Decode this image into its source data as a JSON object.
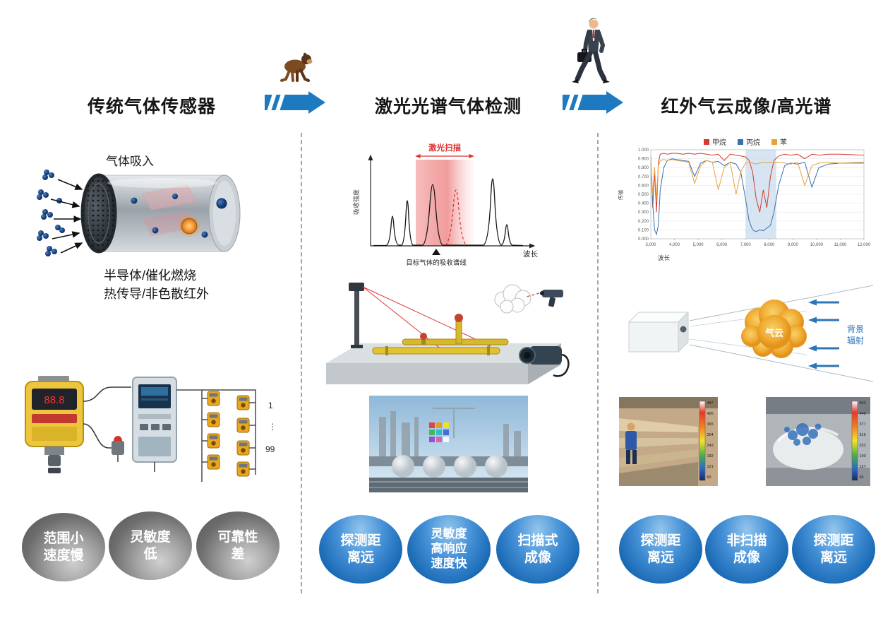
{
  "titles": {
    "left": "传统气体传感器",
    "middle": "激光光谱气体检测",
    "right": "红外气云成像/高光谱"
  },
  "left": {
    "intake_label": "气体吸入",
    "tech_line1": "半导体/催化燃烧",
    "tech_line2": "热传导/非色散红外",
    "detector_readout": "88.8",
    "range_top": "1",
    "range_dots": "⋮",
    "range_bottom": "99",
    "bubbles": [
      {
        "line1": "范围小",
        "line2": "速度慢"
      },
      {
        "line1": "灵敏度",
        "line2": "低"
      },
      {
        "line1": "可靠性",
        "line2": "差"
      }
    ]
  },
  "middle": {
    "bubbles": [
      {
        "line1": "探测距",
        "line2": "离远"
      },
      {
        "line1": "灵敏度",
        "line2": "高响应",
        "line3": "速度快"
      },
      {
        "line1": "扫描式",
        "line2": "成像"
      }
    ]
  },
  "right": {
    "cloud_label": "气云",
    "radiation_line1": "背景",
    "radiation_line2": "辐射",
    "thermal_left_scale": [
      "487",
      "426",
      "365",
      "304",
      "243",
      "182",
      "121",
      "60"
    ],
    "thermal_right_scale": [
      "502",
      "440",
      "377",
      "315",
      "252",
      "190",
      "127",
      "65"
    ],
    "bubbles": [
      {
        "line1": "探测距",
        "line2": "离远"
      },
      {
        "line1": "非扫描",
        "line2": "成像"
      },
      {
        "line1": "探测距",
        "line2": "离远"
      }
    ]
  },
  "chart_data": [
    {
      "type": "line",
      "title": "",
      "xlabel": "波长",
      "ylabel": "传输",
      "xlim": [
        3000,
        12000
      ],
      "ylim": [
        0,
        1
      ],
      "grid": true,
      "legend_position": "top",
      "x_ticks": [
        "3,000",
        "4,000",
        "5,000",
        "6,000",
        "7,000",
        "8,000",
        "9,000",
        "10,000",
        "11,000",
        "12,000"
      ],
      "y_ticks_bottom_to_top": [
        "0.000",
        "0.100",
        "0.200",
        "0.300",
        "0.400",
        "0.500",
        "0.600",
        "0.700",
        "0.800",
        "0.900",
        "1.000"
      ],
      "highlight_band_x": [
        7000,
        8300
      ],
      "x": [
        3000,
        3080,
        3160,
        3240,
        3320,
        3400,
        3550,
        3700,
        3900,
        4100,
        4350,
        4600,
        4850,
        5100,
        5350,
        5600,
        5850,
        6100,
        6350,
        6600,
        6800,
        7000,
        7150,
        7300,
        7450,
        7600,
        7750,
        7900,
        8050,
        8200,
        8400,
        8650,
        8900,
        9200,
        9500,
        9800,
        10100,
        10500,
        11000,
        12000
      ],
      "series": [
        {
          "name": "甲烷",
          "color": "#d23b2e",
          "values": [
            0.93,
            0.35,
            0.75,
            0.3,
            0.85,
            0.95,
            0.96,
            0.95,
            0.96,
            0.96,
            0.95,
            0.96,
            0.95,
            0.96,
            0.95,
            0.94,
            0.95,
            0.88,
            0.95,
            0.94,
            0.93,
            0.92,
            0.88,
            0.75,
            0.45,
            0.3,
            0.55,
            0.35,
            0.7,
            0.88,
            0.93,
            0.95,
            0.94,
            0.95,
            0.9,
            0.95,
            0.94,
            0.95,
            0.95,
            0.94
          ]
        },
        {
          "name": "丙烷",
          "color": "#3a6fb0",
          "values": [
            0.85,
            0.4,
            0.1,
            0.05,
            0.15,
            0.55,
            0.8,
            0.88,
            0.9,
            0.89,
            0.88,
            0.87,
            0.7,
            0.85,
            0.88,
            0.86,
            0.87,
            0.82,
            0.86,
            0.84,
            0.75,
            0.45,
            0.2,
            0.1,
            0.08,
            0.1,
            0.09,
            0.12,
            0.15,
            0.3,
            0.6,
            0.82,
            0.85,
            0.84,
            0.86,
            0.58,
            0.8,
            0.84,
            0.85,
            0.85
          ]
        },
        {
          "name": "苯",
          "color": "#e8a33c",
          "values": [
            0.88,
            0.5,
            0.8,
            0.45,
            0.82,
            0.88,
            0.89,
            0.88,
            0.89,
            0.88,
            0.87,
            0.86,
            0.62,
            0.82,
            0.88,
            0.86,
            0.55,
            0.8,
            0.86,
            0.5,
            0.75,
            0.85,
            0.86,
            0.85,
            0.84,
            0.85,
            0.86,
            0.85,
            0.86,
            0.85,
            0.86,
            0.85,
            0.84,
            0.86,
            0.6,
            0.82,
            0.85,
            0.86,
            0.85,
            0.86
          ]
        }
      ]
    },
    {
      "type": "line",
      "title": "",
      "xlabel": "波长",
      "ylabel": "吸收强度",
      "annotations": [
        "激光扫描",
        "目标气体的吸收谱线"
      ],
      "series": []
    }
  ]
}
